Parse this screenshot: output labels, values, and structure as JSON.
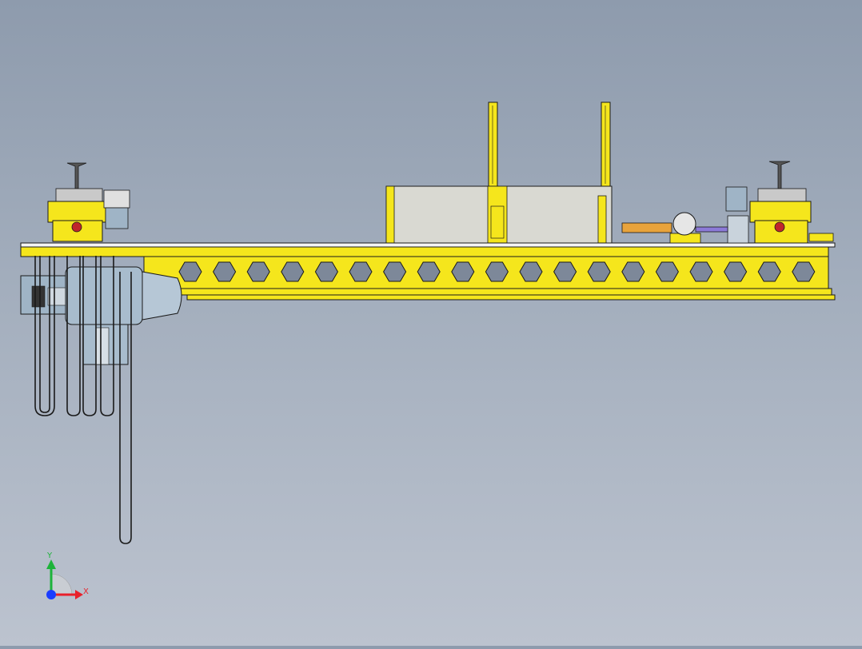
{
  "viewport": {
    "background_top": "#8e9bad",
    "background_bottom": "#bcc3cf"
  },
  "model": {
    "frame_color": "#f5e61c",
    "frame_outline": "#1a1a1a",
    "panel_color": "#d9d9d2",
    "motor_color": "#9fb4c6",
    "shaft_color": "#e8a33c",
    "rod_color": "#8c7ad8",
    "hex_cutout_count": 19
  },
  "triad": {
    "x_label": "X",
    "y_label": "Y",
    "x_color": "#e8202a",
    "y_color": "#1db33a",
    "z_color": "#1a3cff"
  }
}
